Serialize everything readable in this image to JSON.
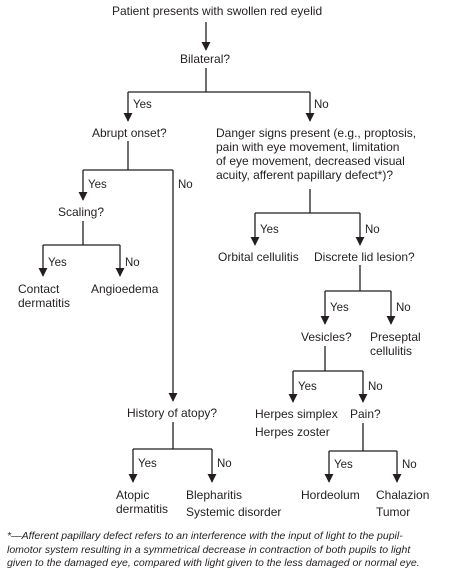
{
  "nodes": {
    "start": "Patient presents with swollen red eyelid",
    "bilateral": "Bilateral?",
    "abrupt_onset": "Abrupt onset?",
    "danger_signs": [
      "Danger signs present (e.g., proptosis,",
      "pain with eye movement, limitation",
      "of eye movement, decreased visual",
      "acuity, afferent papillary defect*)?"
    ],
    "scaling": "Scaling?",
    "contact_dermatitis": [
      "Contact",
      "dermatitis"
    ],
    "angioedema": "Angioedema",
    "orbital_cellulitis": "Orbital cellulitis",
    "discrete_lid_lesion": "Discrete lid lesion?",
    "vesicles": "Vesicles?",
    "preseptal_cellulitis": [
      "Preseptal",
      "cellulitis"
    ],
    "herpes": [
      "Herpes simplex",
      "Herpes zoster"
    ],
    "pain": "Pain?",
    "history_of_atopy": "History of atopy?",
    "atopic_dermatitis": [
      "Atopic",
      "dermatitis"
    ],
    "blepharitis": [
      "Blepharitis",
      "Systemic disorder"
    ],
    "hordeolum": "Hordeolum",
    "chalazion": [
      "Chalazion",
      "Tumor"
    ]
  },
  "branch_labels": {
    "yes": "Yes",
    "no": "No"
  },
  "footnote": [
    "*—Afferent papillary defect refers to an interference with the input of light to the pupil-",
    "lomotor system resulting in a symmetrical decrease in contraction of both pupils to light",
    "given to the damaged eye, compared with light given to the less damaged or normal eye."
  ]
}
